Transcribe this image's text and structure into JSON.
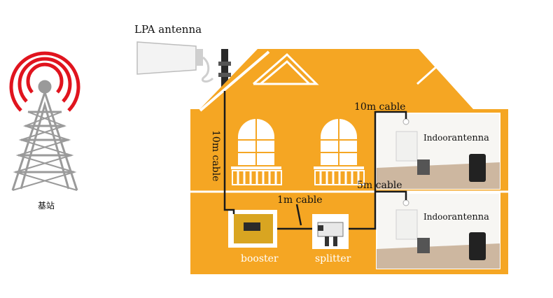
{
  "labels": {
    "lpa_antenna": "LPA antenna",
    "cable_10m_vertical": "10m cable",
    "cable_10m_horizontal": "10m cable",
    "cable_5m": "5m cable",
    "cable_1m": "1m cable",
    "booster": "booster",
    "splitter": "splitter",
    "indoor_prefix": "Indoor",
    "indoor_suffix": "antenna",
    "base_station": "基站"
  },
  "colors": {
    "house": "#F5A623",
    "house_outline": "#FFFFFF",
    "tower": "#9A9A9A",
    "signal_arc": "#E0141E",
    "cable": "#1A1A1A",
    "booster_body": "#D9A521"
  }
}
